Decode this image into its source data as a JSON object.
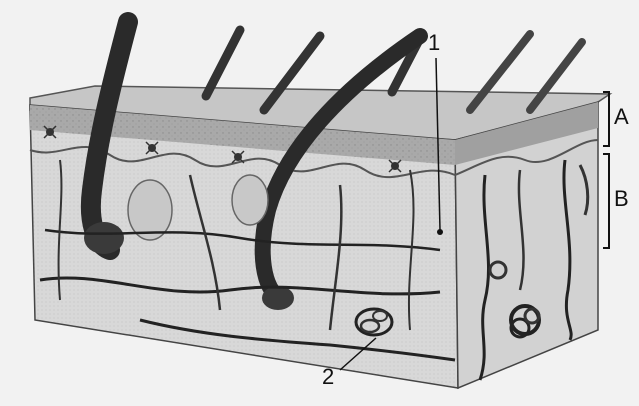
{
  "figure": {
    "background": "#f2f2f2",
    "ink": "#1a1a1a",
    "labels": {
      "pointer_1": "1",
      "pointer_2": "2",
      "layer_a": "A",
      "layer_b": "B"
    }
  }
}
